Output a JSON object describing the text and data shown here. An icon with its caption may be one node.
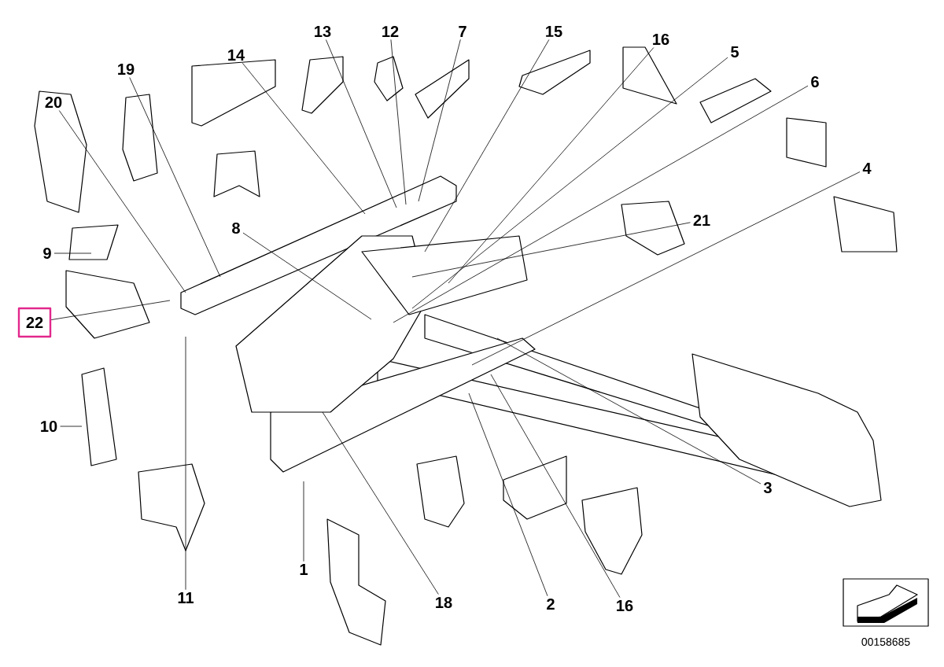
{
  "diagram": {
    "nodes": [
      {
        "text": [
          "13"
        ]
      },
      {
        "text": [
          "12"
        ]
      },
      {
        "text": [
          "7"
        ]
      },
      {
        "text": [
          "15"
        ]
      },
      {
        "text": [
          "16"
        ]
      },
      {
        "text": [
          "14"
        ]
      },
      {
        "text": [
          "5"
        ]
      },
      {
        "text": [
          "19"
        ]
      },
      {
        "text": [
          "6"
        ]
      },
      {
        "text": [
          "20"
        ]
      },
      {
        "text": [
          "4"
        ]
      },
      {
        "text": [
          "21"
        ]
      },
      {
        "text": [
          "8"
        ]
      },
      {
        "text": [
          "9"
        ]
      },
      {
        "text": [
          "22"
        ]
      },
      {
        "text": [
          "10"
        ]
      },
      {
        "text": [
          "3"
        ]
      },
      {
        "text": [
          "1"
        ]
      },
      {
        "text": [
          "11"
        ]
      },
      {
        "text": [
          "18"
        ]
      },
      {
        "text": [
          "2"
        ]
      },
      {
        "text": [
          "16"
        ]
      }
    ],
    "edges": [
      {
        "from": 0,
        "to": null,
        "arrow": "none"
      },
      {
        "from": 1,
        "to": null,
        "arrow": "none"
      },
      {
        "from": 2,
        "to": null,
        "arrow": "none"
      },
      {
        "from": 3,
        "to": null,
        "arrow": "none"
      },
      {
        "from": 4,
        "to": null,
        "arrow": "none"
      },
      {
        "from": 5,
        "to": null,
        "arrow": "none"
      },
      {
        "from": 6,
        "to": null,
        "arrow": "none"
      },
      {
        "from": 7,
        "to": null,
        "arrow": "none"
      },
      {
        "from": 8,
        "to": null,
        "arrow": "none"
      },
      {
        "from": 9,
        "to": null,
        "arrow": "none"
      },
      {
        "from": 10,
        "to": null,
        "arrow": "none"
      },
      {
        "from": 11,
        "to": null,
        "arrow": "none"
      },
      {
        "from": 12,
        "to": null,
        "arrow": "none"
      },
      {
        "from": 13,
        "to": null,
        "arrow": "none"
      },
      {
        "from": 14,
        "to": null,
        "arrow": "none"
      },
      {
        "from": 15,
        "to": null,
        "arrow": "none"
      },
      {
        "from": 16,
        "to": null,
        "arrow": "none"
      },
      {
        "from": 17,
        "to": null,
        "arrow": "none"
      },
      {
        "from": 18,
        "to": null,
        "arrow": "none"
      },
      {
        "from": 19,
        "to": null,
        "arrow": "none"
      },
      {
        "from": 20,
        "to": null,
        "arrow": "none"
      },
      {
        "from": 21,
        "to": null,
        "arrow": "none"
      }
    ],
    "labels": [
      "00158685"
    ]
  }
}
